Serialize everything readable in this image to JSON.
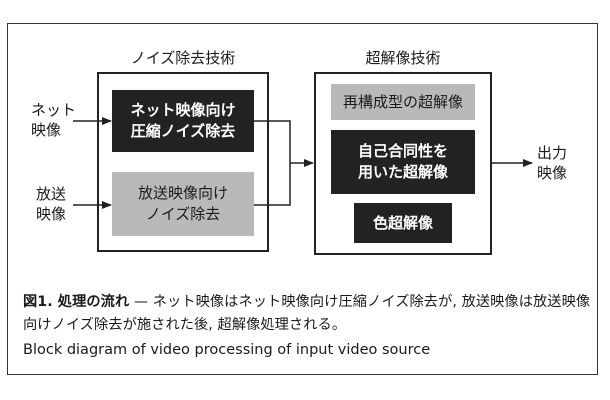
{
  "nr_title": "ノイズ除去技術",
  "sr_title": "超解像技術",
  "input_net": "ネット\n映像",
  "input_broadcast": "放送\n映像",
  "nr_box_net": "ネット映像向け\n圧縮ノイズ除去",
  "nr_box_broadcast": "放送映像向け\nノイズ除去",
  "sr_box_reconstruct": "再構成型の超解像",
  "sr_box_self_similarity": "自己合同性を\n用いた超解像",
  "sr_box_color": "色超解像",
  "output_label": "出力\n映像",
  "caption_fig": "図1.  処理の流れ",
  "caption_text": " — ネット映像はネット映像向け圧縮ノイズ除去が, 放送映像は放送映像向けノイズ除去が施された後, 超解像処理される。",
  "caption_en": "Block diagram of video processing of input video source",
  "colors": {
    "dark_box": "#222222",
    "gray_box": "#b9b9b9",
    "line": "#222222"
  }
}
